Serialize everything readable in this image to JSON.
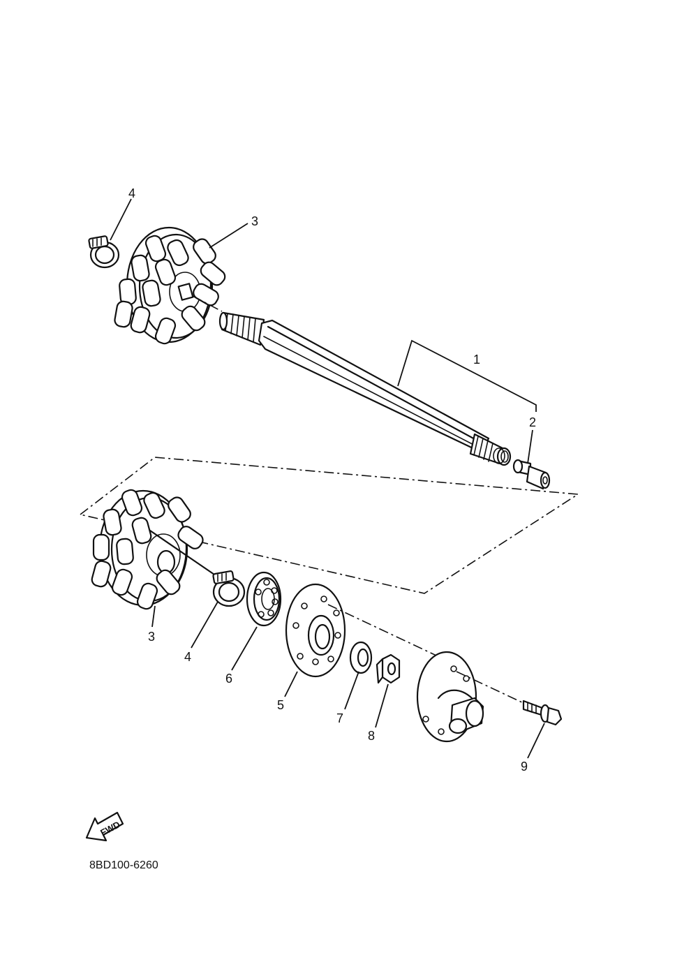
{
  "diagram": {
    "drawing_code": "8BD100-6260",
    "fwd_label": "FWD",
    "callouts": {
      "p1": "1",
      "p2": "2",
      "p3_top": "3",
      "p3_bottom": "3",
      "p4_top": "4",
      "p4_bottom": "4",
      "p5": "5",
      "p6": "6",
      "p7": "7",
      "p8": "8",
      "p9": "9"
    }
  }
}
